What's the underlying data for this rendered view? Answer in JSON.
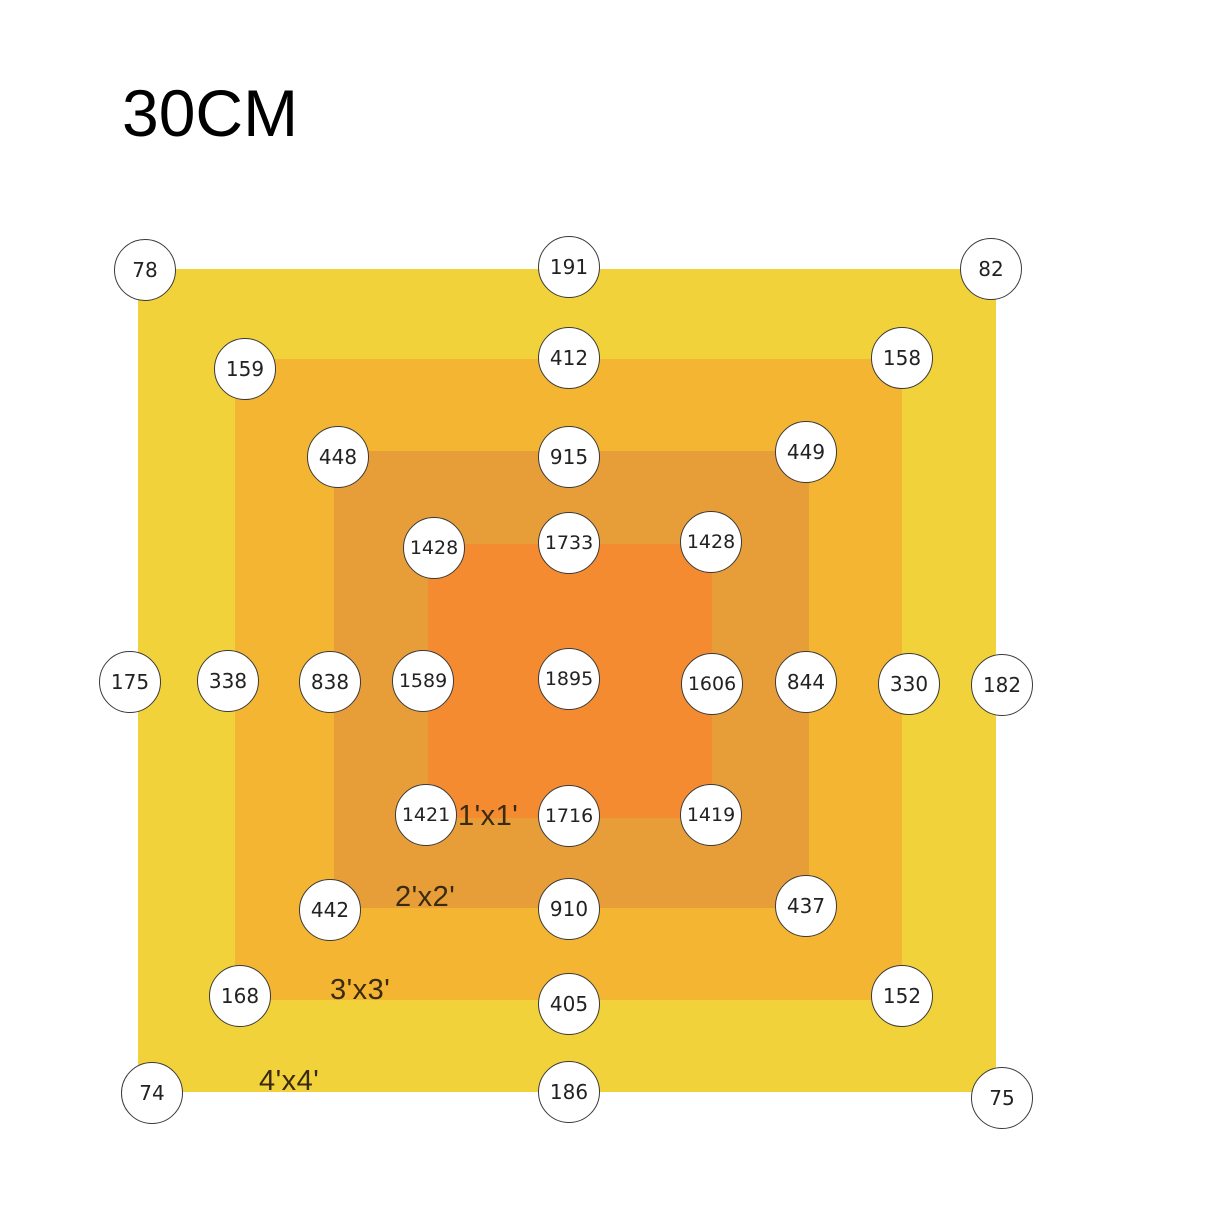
{
  "title": "30CM",
  "colors": {
    "zone_4x4": "#f2d23a",
    "zone_3x3": "#f3b532",
    "zone_2x2": "#e89e38",
    "zone_1x1": "#f48b30"
  },
  "zones": [
    {
      "id": "4x4",
      "label": "4'x4'"
    },
    {
      "id": "3x3",
      "label": "3'x3'"
    },
    {
      "id": "2x2",
      "label": "2'x2'"
    },
    {
      "id": "1x1",
      "label": "1'x1'"
    }
  ],
  "readings": [
    {
      "value": "78"
    },
    {
      "value": "191"
    },
    {
      "value": "82"
    },
    {
      "value": "159"
    },
    {
      "value": "412"
    },
    {
      "value": "158"
    },
    {
      "value": "448"
    },
    {
      "value": "915"
    },
    {
      "value": "449"
    },
    {
      "value": "1428"
    },
    {
      "value": "1733"
    },
    {
      "value": "1428"
    },
    {
      "value": "175"
    },
    {
      "value": "338"
    },
    {
      "value": "838"
    },
    {
      "value": "1589"
    },
    {
      "value": "1895"
    },
    {
      "value": "1606"
    },
    {
      "value": "844"
    },
    {
      "value": "330"
    },
    {
      "value": "182"
    },
    {
      "value": "1421"
    },
    {
      "value": "1716"
    },
    {
      "value": "1419"
    },
    {
      "value": "442"
    },
    {
      "value": "910"
    },
    {
      "value": "437"
    },
    {
      "value": "168"
    },
    {
      "value": "405"
    },
    {
      "value": "152"
    },
    {
      "value": "74"
    },
    {
      "value": "186"
    },
    {
      "value": "75"
    }
  ]
}
